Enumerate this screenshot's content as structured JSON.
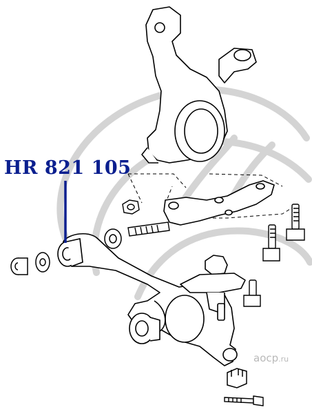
{
  "diagram": {
    "part_number": "HR 821 105",
    "watermark_brand": "aocp",
    "watermark_tld": ".ru",
    "colors": {
      "label": "#0a1f8f",
      "leader": "#0a1f8f",
      "lines": "#000000",
      "watermark": "#c6c6c6"
    }
  }
}
